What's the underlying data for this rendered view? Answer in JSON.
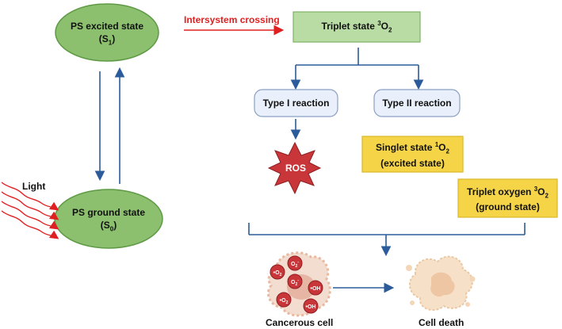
{
  "nodes": {
    "ps_excited": {
      "title": "PS excited state",
      "symbol": "S",
      "sub": "1"
    },
    "ps_ground": {
      "title": "PS ground state",
      "symbol": "S",
      "sub": "0"
    },
    "triplet_state": {
      "prefix": "Triplet state ",
      "sup": "3",
      "mol": "O",
      "sub": "2"
    },
    "type1": {
      "label": "Type I reaction"
    },
    "type2": {
      "label": "Type II reaction"
    },
    "ros": {
      "label": "ROS"
    },
    "singlet": {
      "prefix": "Singlet state ",
      "sup": "1",
      "mol": "O",
      "sub": "2",
      "line2": "(excited state)"
    },
    "triplet_oxygen": {
      "prefix": "Triplet oxygen ",
      "sup": "3",
      "mol": "O",
      "sub": "2",
      "line2": "(ground state)"
    },
    "cancerous_cell": {
      "label": "Cancerous cell"
    },
    "cell_death": {
      "label": "Cell death"
    }
  },
  "edges": {
    "intersystem": {
      "label": "Intersystem crossing"
    }
  },
  "light": {
    "label": "Light"
  },
  "cell_molecules": [
    {
      "pre": "•",
      "main": "O",
      "sub": "2"
    },
    {
      "pre": "",
      "main": "O",
      "sub": "2",
      "sup": "-"
    },
    {
      "pre": "",
      "main": "O",
      "sub": "2",
      "sup": "-"
    },
    {
      "pre": "•",
      "main": "OH"
    },
    {
      "pre": "•",
      "main": "O",
      "sub": "2"
    },
    {
      "pre": "•",
      "main": "OH"
    }
  ],
  "colors": {
    "ellipse_fill": "#8cbf6e",
    "ellipse_stroke": "#5e9a45",
    "triplet_box_fill": "#b9dca4",
    "triplet_box_stroke": "#7fb265",
    "reaction_box_fill": "#e9f0fb",
    "reaction_box_stroke": "#8aa0c4",
    "yellow_box_fill": "#f5d547",
    "yellow_box_stroke": "#d9b82a",
    "arrow_blue": "#2b5b9a",
    "red": "#e02020",
    "ros_fill": "#c8363a"
  }
}
